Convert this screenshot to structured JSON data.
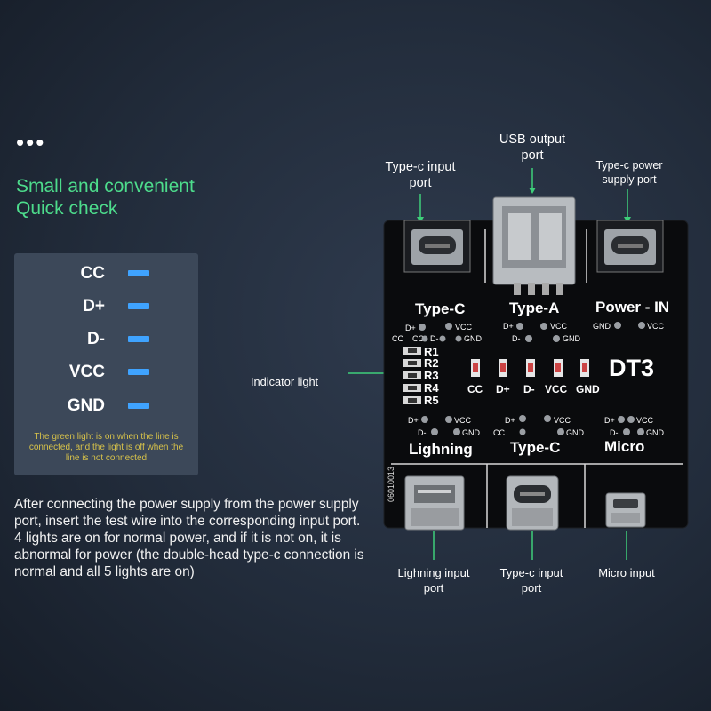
{
  "dots": "•••",
  "headline": [
    "Small and convenient",
    "Quick check"
  ],
  "legend": {
    "items": [
      {
        "label": "CC"
      },
      {
        "label": "D+"
      },
      {
        "label": "D-"
      },
      {
        "label": "VCC"
      },
      {
        "label": "GND"
      }
    ],
    "note": "The green light is on when the line is connected, and the light is off when the line is not connected",
    "bar_color": "#3fa3ff",
    "note_color": "#d7c24a"
  },
  "description": "After connecting the power supply from the power supply port, insert the test wire into the corresponding input port. 4 lights are on for normal power, and if it is not on, it is abnormal for power (the double-head type-c connection is normal and all 5 lights are on)",
  "callouts": {
    "typec_input": "Type-c input port",
    "usb_output": "USB output port",
    "typec_power": "Type-c power supply port",
    "indicator": "Indicator light",
    "lightning_input": "Lighning input port",
    "typec_input_bottom": "Type-c input port",
    "micro_input": "Micro input"
  },
  "board": {
    "sections": {
      "typec": "Type-C",
      "typea": "Type-A",
      "power_in": "Power - IN",
      "lightning": "Lighning",
      "typec2": "Type-C",
      "micro": "Micro"
    },
    "model": "DT3",
    "serial": "06010013",
    "resistors": [
      "R1",
      "R2",
      "R3",
      "R4",
      "R5"
    ],
    "leds": [
      "CC",
      "D+",
      "D-",
      "VCC",
      "GND"
    ],
    "pins": {
      "dplus": "D+",
      "dminus": "D-",
      "cc": "CC",
      "vcc": "VCC",
      "gnd": "GND"
    },
    "accent_color": "#3ecf7a"
  }
}
